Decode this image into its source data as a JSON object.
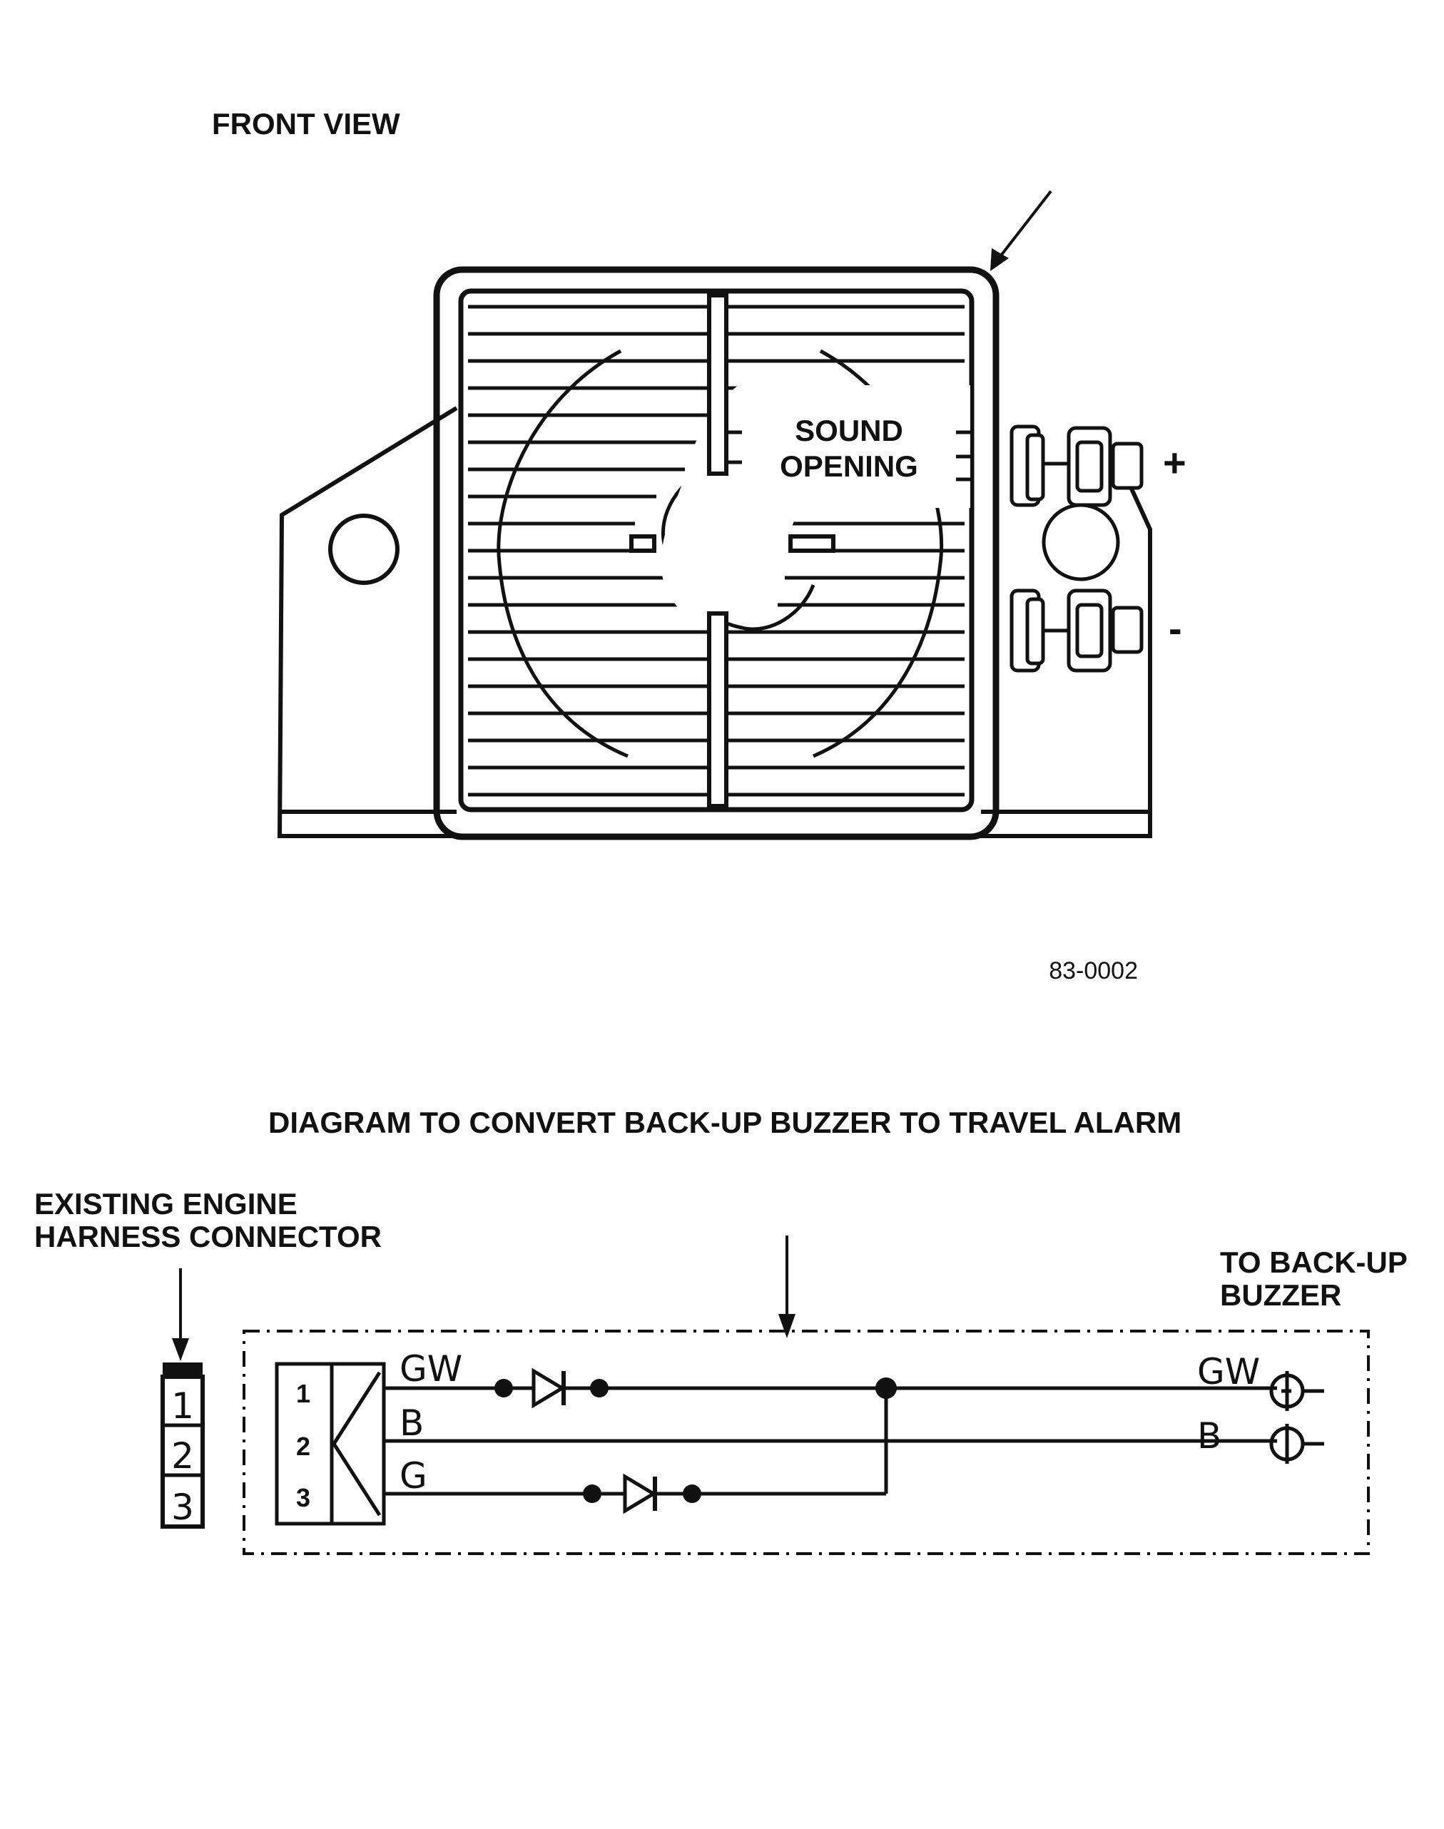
{
  "front_view": {
    "title": "FRONT VIEW",
    "opening_label_line1": "SOUND",
    "opening_label_line2": "OPENING",
    "plus_terminal": "+",
    "minus_terminal": "-",
    "figure_number": "83-0002"
  },
  "wiring": {
    "title": "DIAGRAM TO CONVERT BACK-UP BUZZER TO TRAVEL ALARM",
    "harness_label_line1": "EXISTING ENGINE",
    "harness_label_line2": "HARNESS CONNECTOR",
    "buzzer_label_line1": "TO BACK-UP",
    "buzzer_label_line2": "BUZZER",
    "harness_pins": [
      "1",
      "2",
      "3"
    ],
    "module_pins": [
      "1",
      "2",
      "3"
    ],
    "wire_gw": "GW",
    "wire_b": "B",
    "wire_g": "G",
    "out_gw": "GW",
    "out_b": "B"
  }
}
